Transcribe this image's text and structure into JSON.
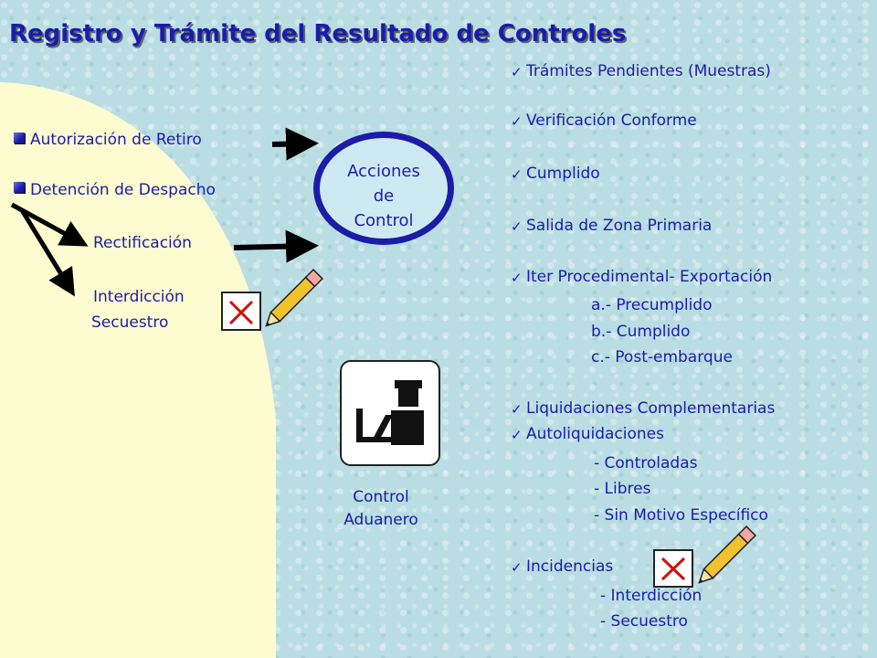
{
  "title": "Registro y Trámite del Resultado de Controles",
  "left_items": [
    {
      "label": "Autorización de Retiro"
    },
    {
      "label": "Detención de Despacho"
    }
  ],
  "sub_items": [
    "Rectificación",
    "Interdicción",
    "Secuestro"
  ],
  "center": {
    "circle_lines": [
      "Acciones",
      "de",
      "Control"
    ],
    "caption_lines": [
      "Control",
      "Aduanero"
    ],
    "icon": "customs-officer-icon"
  },
  "right_list": {
    "items": [
      "Trámites Pendientes (Muestras)",
      "Verificación Conforme",
      "Cumplido",
      "Salida de Zona Primaria",
      "Iter Procedimental- Exportación",
      "Liquidaciones Complementarias",
      "Autoliquidaciones",
      "Incidencias"
    ],
    "iter_subs": [
      "a.- Precumplido",
      "b.- Cumplido",
      "c.- Post-embarque"
    ],
    "auto_subs": [
      "- Controladas",
      "- Libres",
      "- Sin Motivo Específico"
    ],
    "incid_subs": [
      "- Interdicción",
      "- Secuestro"
    ]
  },
  "colors": {
    "text": "#1c1ca8",
    "background": "#b9dde2",
    "cream_panel": "#fdfbd0",
    "circle_fill": "#cfe9f3",
    "pencil": "#f2c22e",
    "x_mark": "#cc1111"
  }
}
